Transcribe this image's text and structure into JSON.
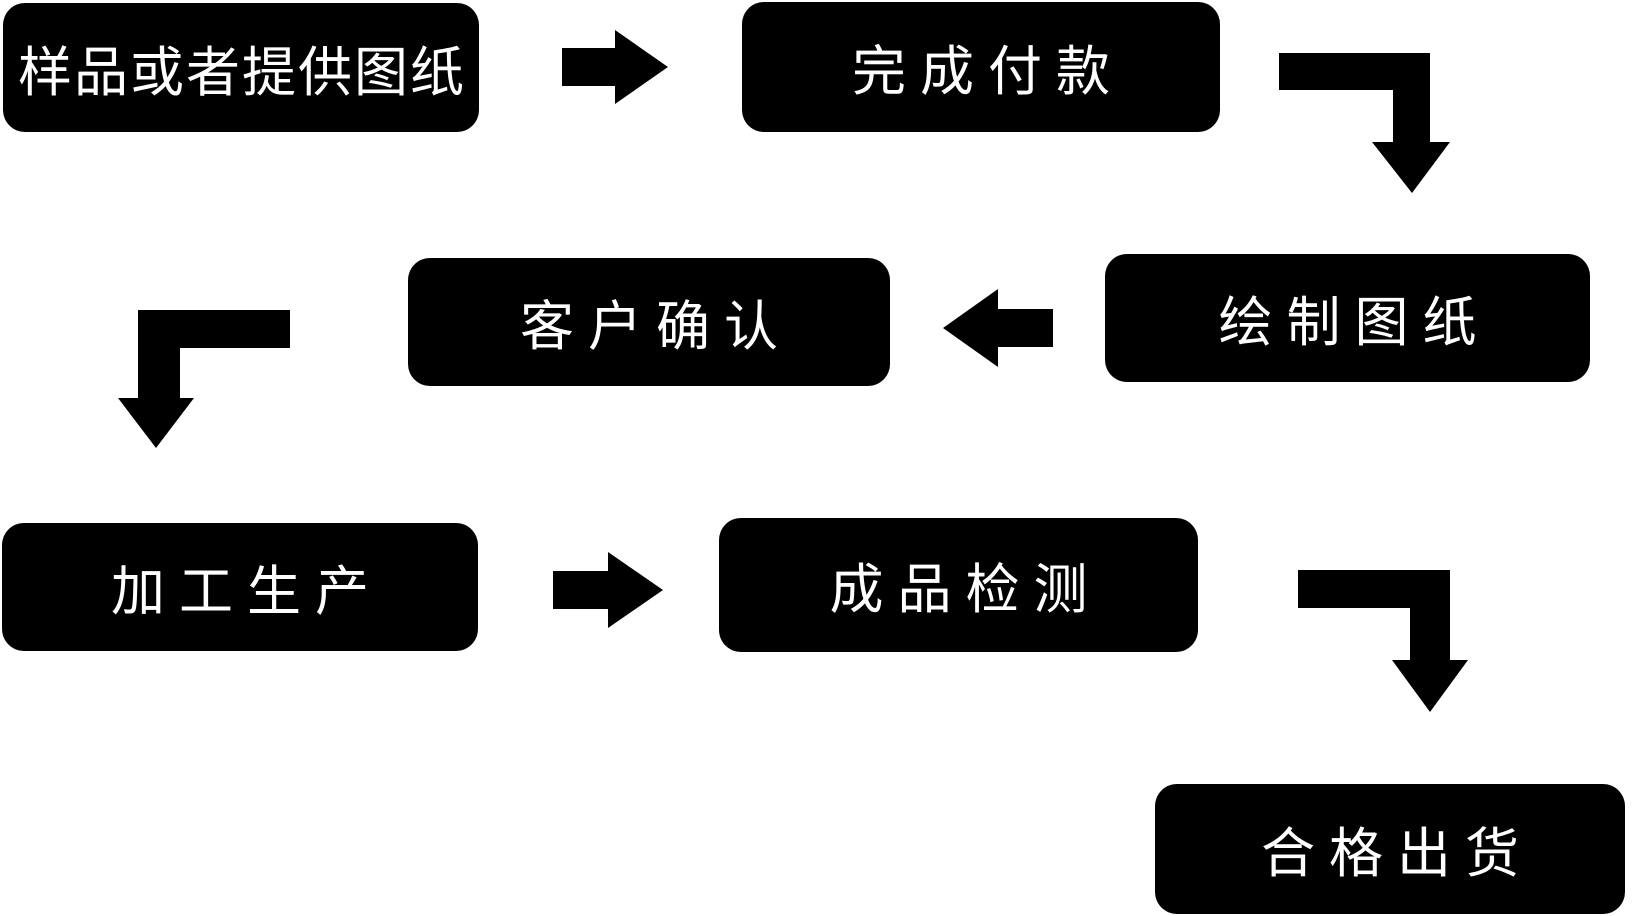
{
  "diagram": {
    "type": "flowchart",
    "background_color": "#ffffff",
    "node_fill_color": "#000000",
    "node_text_color": "#ffffff",
    "arrow_color": "#000000",
    "nodes": [
      {
        "id": "sample",
        "label": "样品或者提供图纸"
      },
      {
        "id": "payment",
        "label": "完成付款"
      },
      {
        "id": "confirm",
        "label": "客户确认"
      },
      {
        "id": "drawing",
        "label": "绘制图纸"
      },
      {
        "id": "production",
        "label": "加工生产"
      },
      {
        "id": "inspection",
        "label": "成品检测"
      },
      {
        "id": "shipment",
        "label": "合格出货"
      }
    ],
    "edges": [
      {
        "from": "样品或者提供图纸",
        "to": "完成付款",
        "shape": "straight-right"
      },
      {
        "from": "完成付款",
        "to": "绘制图纸",
        "shape": "elbow-right-then-down"
      },
      {
        "from": "绘制图纸",
        "to": "客户确认",
        "shape": "straight-left"
      },
      {
        "from": "客户确认",
        "to": "加工生产",
        "shape": "elbow-left-then-down"
      },
      {
        "from": "加工生产",
        "to": "成品检测",
        "shape": "straight-right"
      },
      {
        "from": "成品检测",
        "to": "合格出货",
        "shape": "elbow-right-then-down"
      }
    ]
  }
}
